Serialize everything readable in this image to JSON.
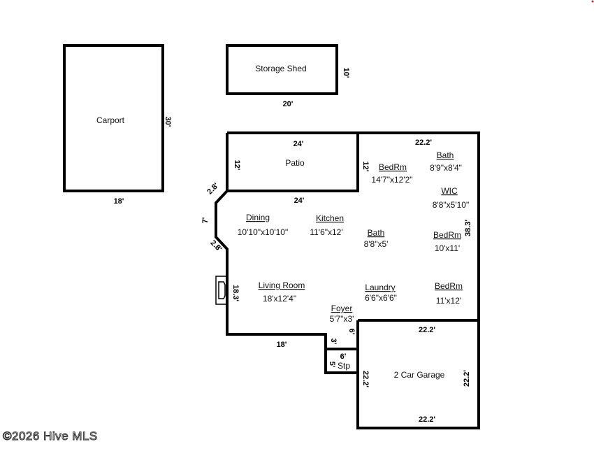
{
  "structures": {
    "carport": {
      "label": "Carport",
      "dim_width": "18'",
      "dim_depth": "30'"
    },
    "shed": {
      "label": "Storage Shed",
      "dim_width": "20'",
      "dim_depth": "10'"
    },
    "patio": {
      "label": "Patio",
      "dim_top": "24'",
      "dim_bottom": "24'",
      "dim_left": "12'",
      "dim_right": "12'"
    },
    "garage": {
      "label": "2 Car Garage",
      "dim_top": "22.2'",
      "dim_bottom": "22.2'",
      "dim_left": "22.2'",
      "dim_right": "22.2'"
    },
    "step": {
      "label": "Stp",
      "dim_top": "6'",
      "dim_side": "5'"
    }
  },
  "rooms": {
    "dining": {
      "name": "Dining",
      "size": "10'10\"x10'10\""
    },
    "kitchen": {
      "name": "Kitchen",
      "size": "11'6\"x12'"
    },
    "living": {
      "name": "Living Room",
      "size": "18'x12'4\""
    },
    "foyer": {
      "name": "Foyer",
      "size": "5'7\"x3'"
    },
    "bath_center": {
      "name": "Bath",
      "size": "8'8\"x5'"
    },
    "laundry": {
      "name": "Laundry",
      "size": "6'6\"x6'6\""
    },
    "bed_master": {
      "name": "BedRm",
      "size": "14'7\"x12'2\""
    },
    "bath_master": {
      "name": "Bath",
      "size": "8'9\"x8'4\""
    },
    "wic": {
      "name": "WIC",
      "size": "8'8\"x5'10\""
    },
    "bed_2": {
      "name": "BedRm",
      "size": "10'x11'"
    },
    "bed_3": {
      "name": "BedRm",
      "size": "11'x12'"
    }
  },
  "house_dims": {
    "top_right": "22.2'",
    "right": "38.3'",
    "bottom": "18'",
    "left_living": "18.3'",
    "angle_upper": "2.8'",
    "angle_side": "7'",
    "angle_lower": "2.8'",
    "foyer_side_upper": "6'",
    "foyer_side_lower": "3'"
  },
  "watermark": "©2026 Hive MLS"
}
